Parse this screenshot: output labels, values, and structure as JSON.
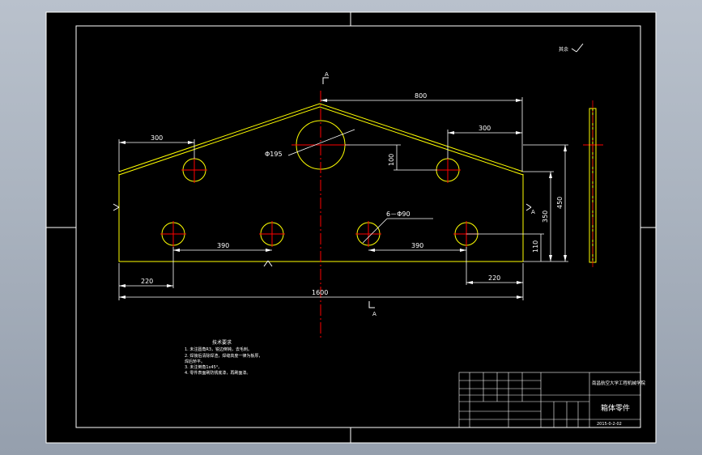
{
  "drawing": {
    "title_block": {
      "school": "南昌航空大学工程机械学院",
      "part_name": "箱体零件",
      "drawing_no": "2015-0-2-02"
    },
    "roughness_symbol": "其余",
    "notes_title": "技术要求",
    "notes": [
      "1. 未注圆角R3，锐边倒钝，去毛刺。",
      "2. 焊接后清除焊渣，焊缝高度一律为板厚，",
      "   焊后矫平。",
      "3. 未注倒角1x45°。",
      "4. 零件表面刷防锈底漆，再刷面漆。"
    ],
    "dimensions": {
      "total_length": "1600",
      "top_right_length": "800",
      "left_offset": "300",
      "right_offset": "300",
      "big_hole": "Φ195",
      "drop": "100",
      "hole_pattern": "6－Φ90",
      "spacing_left": "390",
      "spacing_right": "390",
      "edge_left": "220",
      "edge_right": "220",
      "height_total": "450",
      "height_side": "350",
      "height_holes": "110"
    },
    "view_labels": {
      "section_top": "A",
      "section_bottom": "A",
      "side_mark": "A"
    },
    "colors": {
      "paper": "#000000",
      "border": "#ffffff",
      "outline": "#ffff00",
      "center_line": "#ff0000",
      "dimension": "#ffffff"
    }
  }
}
